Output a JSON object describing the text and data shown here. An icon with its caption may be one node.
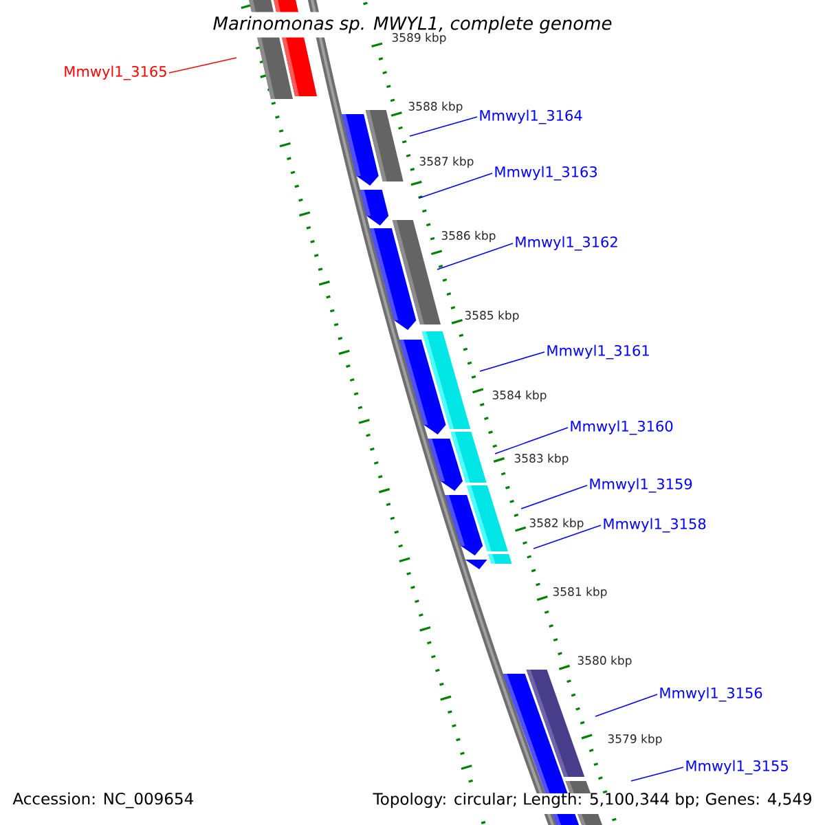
{
  "diagram": {
    "title": "Marinomonas sp. MWYL1, complete genome",
    "nodes": [
      {
        "text": [
          "Mmwyl1_3165"
        ]
      },
      {
        "text": [
          "Mmwyl1_3164"
        ]
      },
      {
        "text": [
          "Mmwyl1_3163"
        ]
      },
      {
        "text": [
          "Mmwyl1_3162"
        ]
      },
      {
        "text": [
          "Mmwyl1_3161"
        ]
      },
      {
        "text": [
          "Mmwyl1_3160"
        ]
      },
      {
        "text": [
          "Mmwyl1_3159"
        ]
      },
      {
        "text": [
          "Mmwyl1_3158"
        ]
      },
      {
        "text": [
          "Mmwyl1_3156"
        ]
      },
      {
        "text": [
          "Mmwyl1_3155"
        ]
      }
    ],
    "edges": [
      {
        "from": 0,
        "to": null,
        "arrow": "none",
        "color": "#ff0000"
      },
      {
        "from": 1,
        "to": null,
        "arrow": "none"
      },
      {
        "from": 2,
        "to": null,
        "arrow": "none"
      },
      {
        "from": 3,
        "to": null,
        "arrow": "none"
      },
      {
        "from": 4,
        "to": null,
        "arrow": "none"
      },
      {
        "from": 5,
        "to": null,
        "arrow": "none"
      },
      {
        "from": 6,
        "to": null,
        "arrow": "none"
      },
      {
        "from": 7,
        "to": null,
        "arrow": "none"
      },
      {
        "from": 8,
        "to": null,
        "arrow": "none"
      },
      {
        "from": 9,
        "to": null,
        "arrow": "none"
      }
    ],
    "labels": [
      "3589 kbp",
      "3588 kbp",
      "3587 kbp",
      "3586 kbp",
      "3585 kbp",
      "3584 kbp",
      "3583 kbp",
      "3582 kbp",
      "3581 kbp",
      "3580 kbp",
      "3579 kbp",
      "Accession: NC_009654",
      "Topology: circular; Length: 5,100,344 bp; Genes: 4,549"
    ]
  }
}
